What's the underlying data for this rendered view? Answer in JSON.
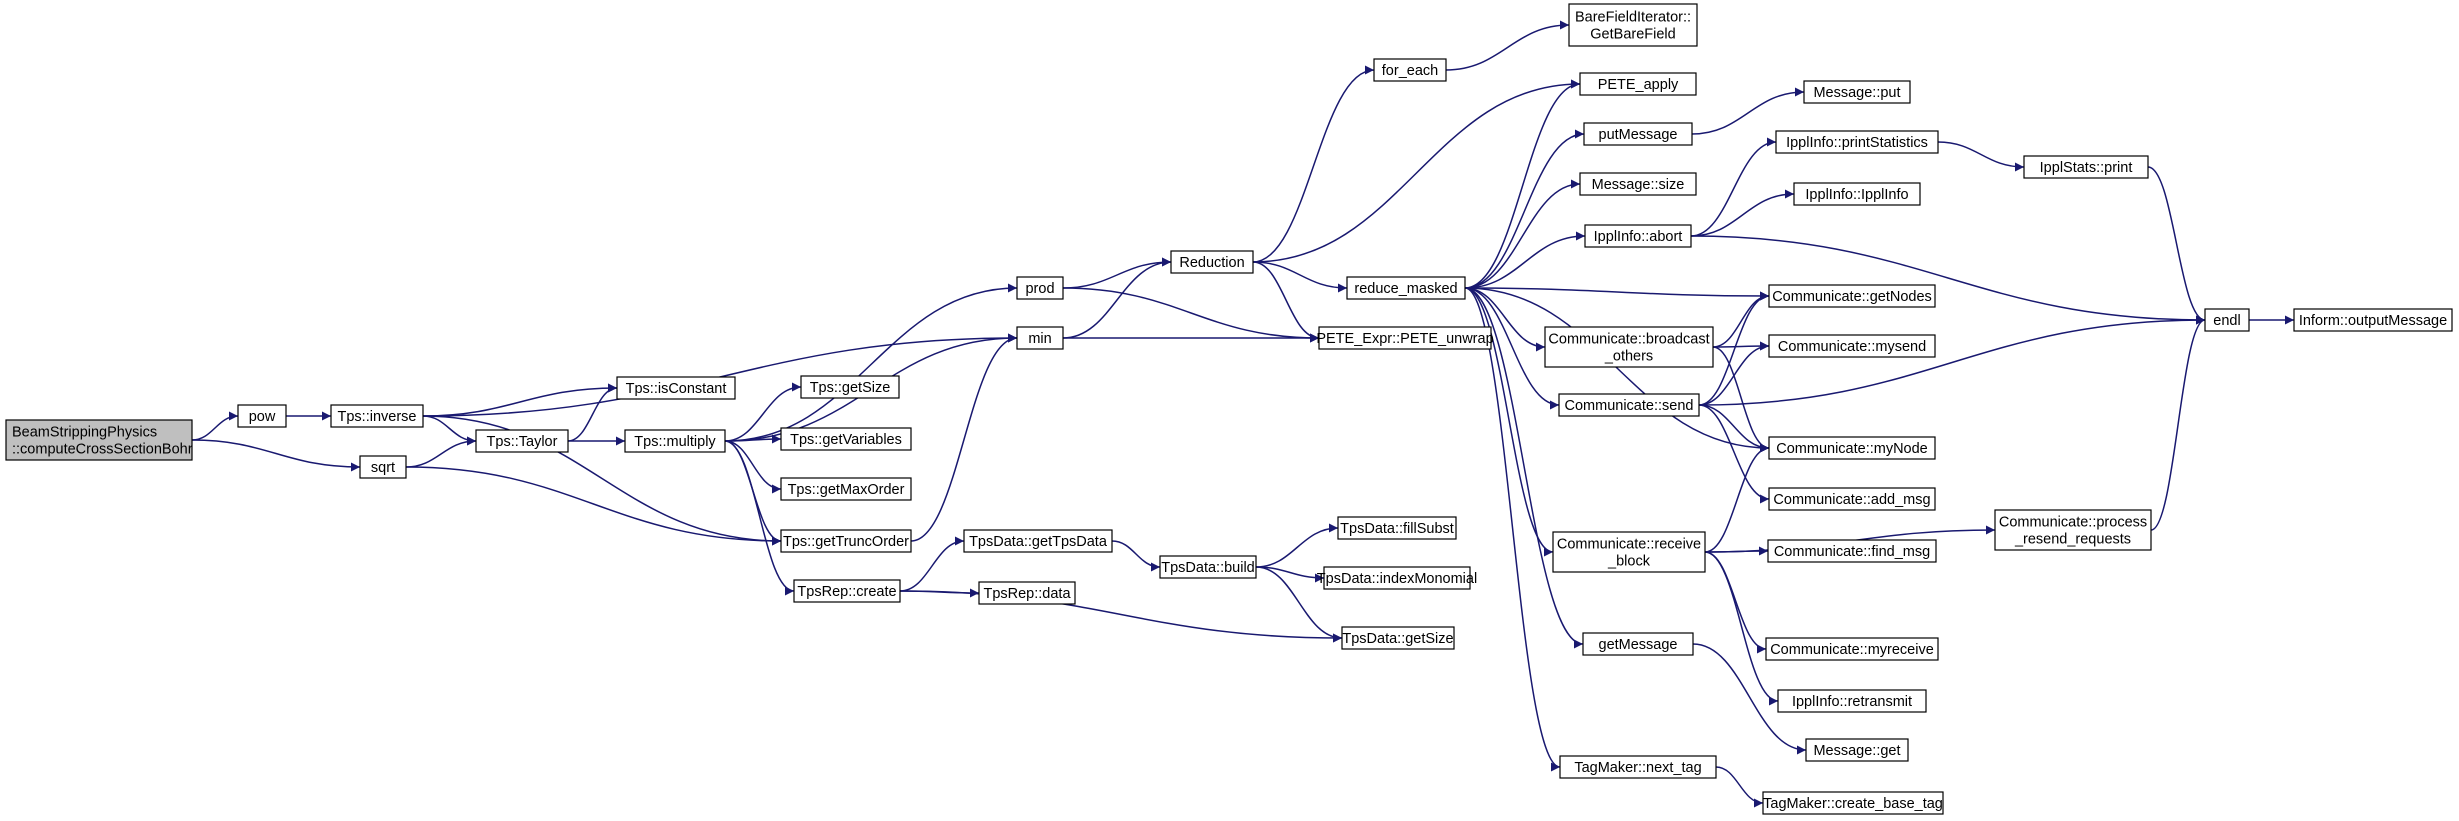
{
  "graph": {
    "colors": {
      "edge": "#191970",
      "node_border": "#000000",
      "root_fill": "#bfbfbf",
      "truncated_border": "#ff0000"
    },
    "nodes": [
      {
        "id": "root",
        "lines": [
          "BeamStrippingPhysics",
          "::computeCrossSectionBohr"
        ],
        "kind": "root"
      },
      {
        "id": "pow",
        "lines": [
          "pow"
        ]
      },
      {
        "id": "sqrt",
        "lines": [
          "sqrt"
        ]
      },
      {
        "id": "tps_inverse",
        "lines": [
          "Tps::inverse"
        ]
      },
      {
        "id": "tps_isconstant",
        "lines": [
          "Tps::isConstant"
        ]
      },
      {
        "id": "tps_taylor",
        "lines": [
          "Tps::Taylor"
        ]
      },
      {
        "id": "tps_multiply",
        "lines": [
          "Tps::multiply"
        ]
      },
      {
        "id": "tps_gettruncorder",
        "lines": [
          "Tps::getTruncOrder"
        ]
      },
      {
        "id": "tps_getsize",
        "lines": [
          "Tps::getSize"
        ]
      },
      {
        "id": "tps_getvariables",
        "lines": [
          "Tps::getVariables"
        ]
      },
      {
        "id": "tps_getmaxorder",
        "lines": [
          "Tps::getMaxOrder"
        ]
      },
      {
        "id": "tpsrep_create",
        "lines": [
          "TpsRep::create"
        ]
      },
      {
        "id": "tpsrep_data",
        "lines": [
          "TpsRep::data"
        ]
      },
      {
        "id": "tpsdata_gettpsdata",
        "lines": [
          "TpsData::getTpsData"
        ]
      },
      {
        "id": "tpsdata_build",
        "lines": [
          "TpsData::build"
        ]
      },
      {
        "id": "tpsdata_fillsubst",
        "lines": [
          "TpsData::fillSubst"
        ]
      },
      {
        "id": "tpsdata_indexmonomial",
        "lines": [
          "TpsData::indexMonomial"
        ]
      },
      {
        "id": "tpsdata_getsize",
        "lines": [
          "TpsData::getSize"
        ]
      },
      {
        "id": "prod",
        "lines": [
          "prod"
        ]
      },
      {
        "id": "min",
        "lines": [
          "min"
        ]
      },
      {
        "id": "reduction",
        "lines": [
          "Reduction"
        ]
      },
      {
        "id": "pete_unwrap",
        "lines": [
          "PETE_Expr::PETE_unwrap"
        ]
      },
      {
        "id": "for_each",
        "lines": [
          "for_each"
        ]
      },
      {
        "id": "barefield",
        "lines": [
          "BareFieldIterator::",
          "GetBareField"
        ]
      },
      {
        "id": "pete_apply",
        "lines": [
          "PETE_apply"
        ]
      },
      {
        "id": "reduce_masked",
        "lines": [
          "reduce_masked"
        ]
      },
      {
        "id": "putmessage",
        "lines": [
          "putMessage"
        ]
      },
      {
        "id": "message_put",
        "lines": [
          "Message::put"
        ]
      },
      {
        "id": "message_size",
        "lines": [
          "Message::size"
        ]
      },
      {
        "id": "ipplinfo_abort",
        "lines": [
          "IpplInfo::abort"
        ]
      },
      {
        "id": "ipplinfo_printstatistics",
        "lines": [
          "IpplInfo::printStatistics"
        ]
      },
      {
        "id": "ipplinfo_ipplinfo",
        "lines": [
          "IpplInfo::IpplInfo"
        ]
      },
      {
        "id": "ipplstats_print",
        "lines": [
          "IpplStats::print"
        ]
      },
      {
        "id": "endl",
        "lines": [
          "endl"
        ]
      },
      {
        "id": "inform_outputmessage",
        "lines": [
          "Inform::outputMessage"
        ],
        "kind": "truncated"
      },
      {
        "id": "comm_getnodes",
        "lines": [
          "Communicate::getNodes"
        ]
      },
      {
        "id": "comm_broadcast",
        "lines": [
          "Communicate::broadcast",
          "_others"
        ]
      },
      {
        "id": "comm_mysend",
        "lines": [
          "Communicate::mysend"
        ]
      },
      {
        "id": "comm_send",
        "lines": [
          "Communicate::send"
        ]
      },
      {
        "id": "comm_mynode",
        "lines": [
          "Communicate::myNode"
        ]
      },
      {
        "id": "comm_add_msg",
        "lines": [
          "Communicate::add_msg"
        ]
      },
      {
        "id": "comm_process_resend",
        "lines": [
          "Communicate::process",
          "_resend_requests"
        ],
        "kind": "truncated"
      },
      {
        "id": "comm_receive_block",
        "lines": [
          "Communicate::receive",
          "_block"
        ]
      },
      {
        "id": "comm_find_msg",
        "lines": [
          "Communicate::find_msg"
        ]
      },
      {
        "id": "comm_myreceive",
        "lines": [
          "Communicate::myreceive"
        ]
      },
      {
        "id": "ipplinfo_retransmit",
        "lines": [
          "IpplInfo::retransmit"
        ]
      },
      {
        "id": "getmessage",
        "lines": [
          "getMessage"
        ]
      },
      {
        "id": "message_get",
        "lines": [
          "Message::get"
        ],
        "kind": "truncated"
      },
      {
        "id": "tagmaker_next_tag",
        "lines": [
          "TagMaker::next_tag"
        ]
      },
      {
        "id": "tagmaker_create_base_tag",
        "lines": [
          "TagMaker::create_base_tag"
        ]
      }
    ],
    "edges": [
      [
        "root",
        "pow"
      ],
      [
        "root",
        "sqrt"
      ],
      [
        "pow",
        "tps_inverse"
      ],
      [
        "tps_inverse",
        "tps_isconstant"
      ],
      [
        "tps_inverse",
        "tps_taylor"
      ],
      [
        "tps_inverse",
        "tps_gettruncorder"
      ],
      [
        "tps_inverse",
        "min"
      ],
      [
        "sqrt",
        "tps_taylor"
      ],
      [
        "sqrt",
        "tps_gettruncorder"
      ],
      [
        "tps_taylor",
        "tps_isconstant"
      ],
      [
        "tps_taylor",
        "tps_multiply"
      ],
      [
        "tps_multiply",
        "prod"
      ],
      [
        "tps_multiply",
        "min"
      ],
      [
        "tps_multiply",
        "tps_getsize"
      ],
      [
        "tps_multiply",
        "tps_getvariables"
      ],
      [
        "tps_multiply",
        "tps_getmaxorder"
      ],
      [
        "tps_multiply",
        "tps_gettruncorder"
      ],
      [
        "tps_multiply",
        "tpsrep_create"
      ],
      [
        "tps_gettruncorder",
        "min"
      ],
      [
        "tpsrep_create",
        "tpsdata_gettpsdata"
      ],
      [
        "tpsrep_create",
        "tpsrep_data"
      ],
      [
        "tpsrep_create",
        "tpsdata_getsize"
      ],
      [
        "tpsdata_gettpsdata",
        "tpsdata_build"
      ],
      [
        "tpsdata_build",
        "tpsdata_fillsubst"
      ],
      [
        "tpsdata_build",
        "tpsdata_indexmonomial"
      ],
      [
        "tpsdata_build",
        "tpsdata_getsize"
      ],
      [
        "prod",
        "reduction"
      ],
      [
        "prod",
        "pete_unwrap"
      ],
      [
        "min",
        "reduction"
      ],
      [
        "min",
        "pete_unwrap"
      ],
      [
        "reduction",
        "for_each"
      ],
      [
        "reduction",
        "pete_apply"
      ],
      [
        "reduction",
        "reduce_masked"
      ],
      [
        "reduction",
        "pete_unwrap"
      ],
      [
        "for_each",
        "barefield"
      ],
      [
        "reduce_masked",
        "pete_apply"
      ],
      [
        "reduce_masked",
        "putmessage"
      ],
      [
        "reduce_masked",
        "message_size"
      ],
      [
        "reduce_masked",
        "ipplinfo_abort"
      ],
      [
        "reduce_masked",
        "comm_getnodes"
      ],
      [
        "reduce_masked",
        "comm_broadcast"
      ],
      [
        "reduce_masked",
        "comm_send"
      ],
      [
        "reduce_masked",
        "comm_mynode"
      ],
      [
        "reduce_masked",
        "comm_receive_block"
      ],
      [
        "reduce_masked",
        "getmessage"
      ],
      [
        "reduce_masked",
        "tagmaker_next_tag"
      ],
      [
        "putmessage",
        "message_put"
      ],
      [
        "ipplinfo_abort",
        "ipplinfo_printstatistics"
      ],
      [
        "ipplinfo_abort",
        "ipplinfo_ipplinfo"
      ],
      [
        "ipplinfo_abort",
        "endl"
      ],
      [
        "ipplinfo_printstatistics",
        "ipplstats_print"
      ],
      [
        "ipplstats_print",
        "endl"
      ],
      [
        "endl",
        "inform_outputmessage"
      ],
      [
        "comm_broadcast",
        "comm_getnodes"
      ],
      [
        "comm_broadcast",
        "comm_mysend"
      ],
      [
        "comm_broadcast",
        "comm_mynode"
      ],
      [
        "comm_send",
        "comm_getnodes"
      ],
      [
        "comm_send",
        "comm_mysend"
      ],
      [
        "comm_send",
        "comm_mynode"
      ],
      [
        "comm_send",
        "comm_add_msg"
      ],
      [
        "comm_send",
        "endl"
      ],
      [
        "comm_receive_block",
        "comm_mynode"
      ],
      [
        "comm_receive_block",
        "comm_find_msg"
      ],
      [
        "comm_receive_block",
        "comm_myreceive"
      ],
      [
        "comm_receive_block",
        "ipplinfo_retransmit"
      ],
      [
        "comm_receive_block",
        "comm_process_resend"
      ],
      [
        "comm_process_resend",
        "endl"
      ],
      [
        "getmessage",
        "message_get"
      ],
      [
        "tagmaker_next_tag",
        "tagmaker_create_base_tag"
      ]
    ]
  }
}
